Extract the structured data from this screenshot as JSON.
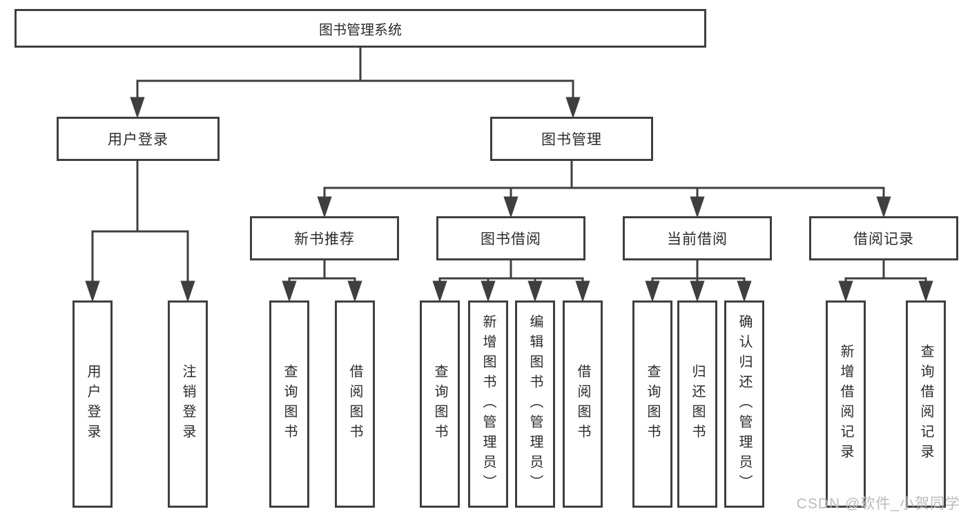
{
  "diagram": {
    "root": {
      "label": "图书管理系统"
    },
    "user_login": {
      "label": "用户登录",
      "children": [
        {
          "label": "用户登录"
        },
        {
          "label": "注销登录"
        }
      ]
    },
    "book_management": {
      "label": "图书管理",
      "children": [
        {
          "label": "新书推荐",
          "children": [
            {
              "label": "查询图书"
            },
            {
              "label": "借阅图书"
            }
          ]
        },
        {
          "label": "图书借阅",
          "children": [
            {
              "label": "查询图书"
            },
            {
              "label": "新增图书（管理员）"
            },
            {
              "label": "编辑图书（管理员）"
            },
            {
              "label": "借阅图书"
            }
          ]
        },
        {
          "label": "当前借阅",
          "children": [
            {
              "label": "查询图书"
            },
            {
              "label": "归还图书"
            },
            {
              "label": "确认归还（管理员）"
            }
          ]
        },
        {
          "label": "借阅记录",
          "children": [
            {
              "label": "新增借阅记录"
            },
            {
              "label": "查询借阅记录"
            }
          ]
        }
      ]
    },
    "watermark": "CSDN @软件_小贺同学",
    "colors": {
      "line": "#3f3f41",
      "text": "#2b2b2d",
      "watermark": "#b9babc",
      "background": "#ffffff"
    }
  }
}
